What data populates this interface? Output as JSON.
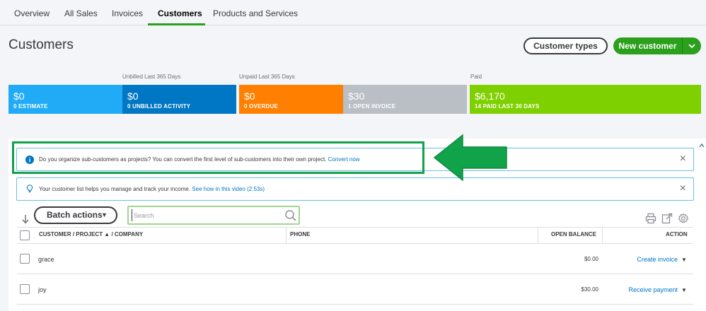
{
  "tabs": [
    {
      "label": "Overview"
    },
    {
      "label": "All Sales"
    },
    {
      "label": "Invoices"
    },
    {
      "label": "Customers"
    },
    {
      "label": "Products and Services"
    }
  ],
  "page_title": "Customers",
  "buttons": {
    "customer_types": "Customer types",
    "new_customer": "New customer",
    "batch_actions": "Batch actions"
  },
  "money_bar": {
    "captions": {
      "unbilled": "Unbilled Last 365 Days",
      "unpaid": "Unpaid Last 365 Days",
      "paid": "Paid"
    },
    "blocks": [
      {
        "amount": "$0",
        "label": "0 ESTIMATE",
        "color": "#21abf6"
      },
      {
        "amount": "$0",
        "label": "0 UNBILLED ACTIVITY",
        "color": "#0077c5"
      },
      {
        "amount": "$0",
        "label": "0 OVERDUE",
        "color": "#ff8000"
      },
      {
        "amount": "$30",
        "label": "1 OPEN INVOICE",
        "color": "#babec5"
      },
      {
        "amount": "$6,170",
        "label": "14 PAID LAST 30 DAYS",
        "color": "#7fd000"
      }
    ]
  },
  "banners": {
    "projects": {
      "text": "Do you organize sub-customers as projects? You can convert the first level of sub-customers into their own project.",
      "link": "Convert now"
    },
    "video": {
      "text": "Your customer list helps you manage and track your income.",
      "link": "See how in this video (2:53s)"
    }
  },
  "search": {
    "placeholder": "Search"
  },
  "table": {
    "columns": {
      "customer": "CUSTOMER / PROJECT ▲ / COMPANY",
      "phone": "PHONE",
      "balance": "OPEN BALANCE",
      "action": "ACTION"
    },
    "rows": [
      {
        "name": "grace",
        "phone": "",
        "balance": "$0.00",
        "action": "Create invoice"
      },
      {
        "name": "joy",
        "phone": "",
        "balance": "$30.00",
        "action": "Receive payment"
      }
    ]
  },
  "colors": {
    "accent_green": "#2ca01c",
    "link_blue": "#0077c5",
    "annotation_green": "#10a34a"
  },
  "icons": [
    "info-icon",
    "lightbulb-icon",
    "close-icon",
    "search-icon",
    "sort-icon",
    "print-icon",
    "export-icon",
    "settings-icon",
    "chevron-down-icon",
    "annotation-arrow-icon"
  ]
}
